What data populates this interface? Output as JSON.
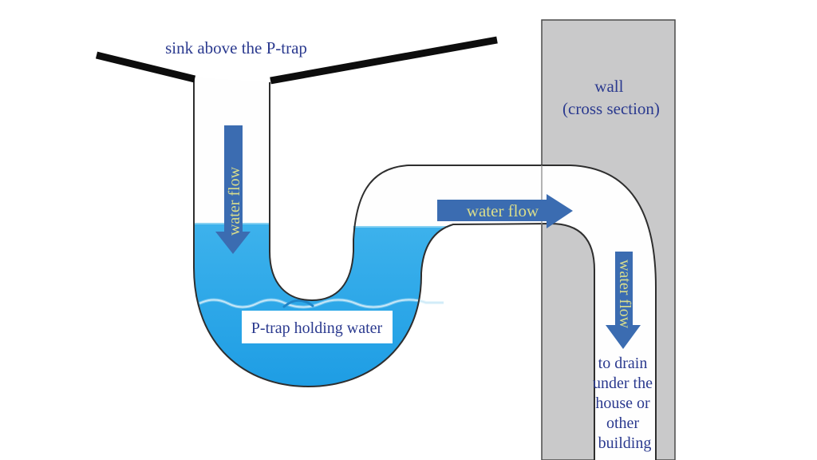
{
  "labels": {
    "sink": "sink above the P-trap",
    "wall": [
      "wall",
      "(cross section)"
    ],
    "ptrap": "P-trap holding water",
    "drain": [
      "to drain",
      "under the",
      "house or",
      "other",
      "building"
    ],
    "flow_down_left": "water flow",
    "flow_horizontal": "water flow",
    "flow_down_right": "water flow"
  },
  "colors": {
    "water_light": "#3db2ec",
    "water_deep": "#1e9de4",
    "arrow": "#3b6cb1",
    "arrow_text": "#d9dd8c",
    "label_text": "#2b3a8f",
    "wall_fill": "#c9c9ca",
    "wall_border": "#4a4a4a",
    "outline": "#2e2e2e",
    "sink_line": "#0d0d0d",
    "pipe_fill": "#fefefe",
    "ripple_light": "#cdeaf8",
    "ripple_dark": "#1f85c8"
  }
}
